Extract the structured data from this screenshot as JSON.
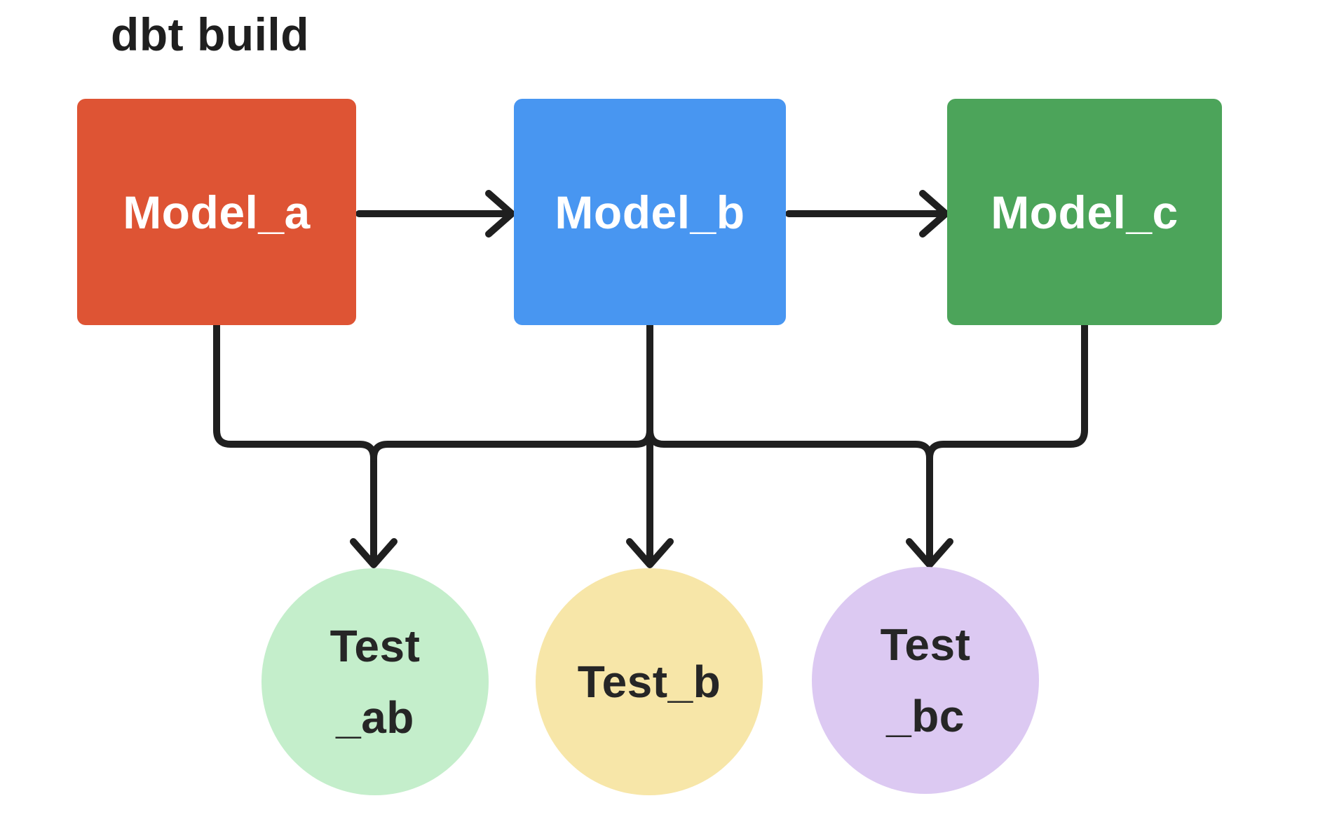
{
  "title": "dbt build",
  "colors": {
    "background": "#FFFFFF",
    "edge": "#1F1F1F",
    "title_text": "#1F1F1F",
    "model_text": "#FFFFFF",
    "test_text": "#262626"
  },
  "models": [
    {
      "id": "model_a",
      "label": "Model_a",
      "fill": "#DE5434"
    },
    {
      "id": "model_b",
      "label": "Model_b",
      "fill": "#4896F1"
    },
    {
      "id": "model_c",
      "label": "Model_c",
      "fill": "#4CA45A"
    }
  ],
  "tests": [
    {
      "id": "test_ab",
      "line1": "Test",
      "line2": "_ab",
      "fill": "#C4EECB"
    },
    {
      "id": "test_b",
      "line1": "Test_b",
      "line2": "",
      "fill": "#F7E6A8"
    },
    {
      "id": "test_bc",
      "line1": "Test",
      "line2": "_bc",
      "fill": "#DCC9F2"
    }
  ],
  "edges": [
    {
      "from": "model_a",
      "to": "model_b"
    },
    {
      "from": "model_b",
      "to": "model_c"
    },
    {
      "from": "model_a",
      "to": "test_ab"
    },
    {
      "from": "model_b",
      "to": "test_ab"
    },
    {
      "from": "model_b",
      "to": "test_b"
    },
    {
      "from": "model_b",
      "to": "test_bc"
    },
    {
      "from": "model_c",
      "to": "test_bc"
    }
  ]
}
